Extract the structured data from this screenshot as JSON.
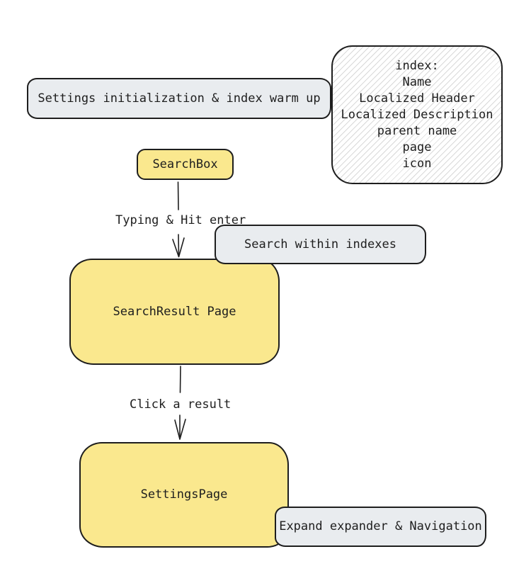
{
  "colors": {
    "stroke": "#1e1e1e",
    "gray-fill": "#e9ecef",
    "yellow-fill": "#fae88e",
    "hatch-line": "#d9d9d9",
    "background": "#ffffff"
  },
  "nodes": {
    "settings_init": {
      "label": "Settings initialization & index warm up"
    },
    "index_info": {
      "lines": [
        "index:",
        "Name",
        "Localized Header",
        "Localized Description",
        "parent name",
        "page",
        "icon"
      ]
    },
    "search_box": {
      "label": "SearchBox"
    },
    "search_within": {
      "label": "Search within indexes"
    },
    "search_result": {
      "label": "SearchResult Page"
    },
    "settings_page": {
      "label": "SettingsPage"
    },
    "expand_nav": {
      "label": "Expand expander & Navigation"
    }
  },
  "edges": {
    "typing": {
      "label": "Typing & Hit enter"
    },
    "click": {
      "label": "Click a result"
    }
  }
}
